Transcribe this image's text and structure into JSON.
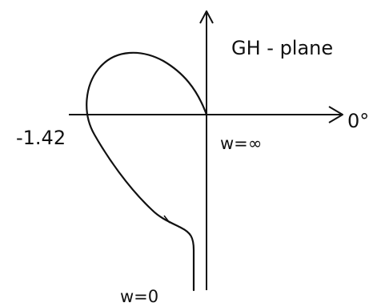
{
  "plane_label": "GH - plane",
  "axis_label_right": "0°",
  "intercept_label": "-1.42",
  "omega_inf_label": "w=∞",
  "omega_zero_label": "w=0",
  "colors": {
    "background": "#ffffff",
    "ink": "#111111"
  }
}
